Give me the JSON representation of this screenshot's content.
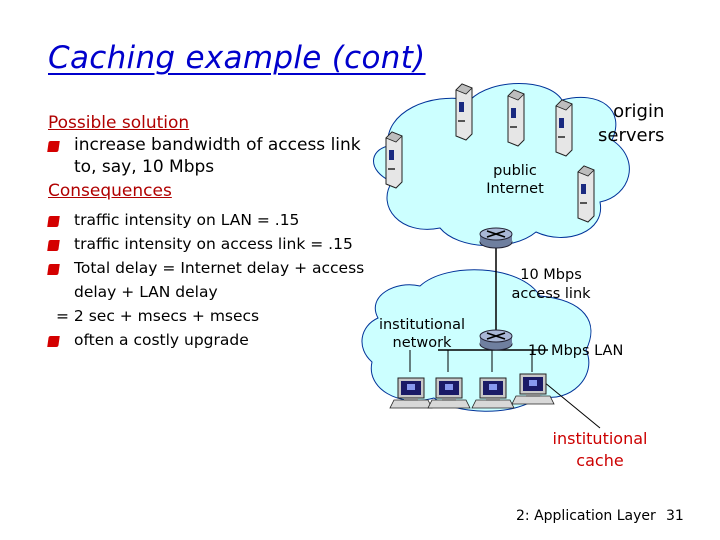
{
  "slide": {
    "title": "Caching example (cont)",
    "possible_solution_heading": "Possible solution",
    "solution_bullets": [
      "increase bandwidth of access link to, say, 10 Mbps"
    ],
    "consequences_heading": "Consequences",
    "consequence_bullets": [
      "traffic intensity on LAN = .15",
      "traffic intensity on access link = .15",
      "Total delay   = Internet delay + access delay + LAN delay"
    ],
    "total_delay_continuation": "= 2 sec + msecs + msecs",
    "last_bullet": "often a costly upgrade"
  },
  "diagram": {
    "origin_servers_label": [
      "origin",
      "servers"
    ],
    "public_internet_label": [
      "public",
      "Internet"
    ],
    "institutional_network_label": [
      "institutional",
      "network"
    ],
    "access_link_label": [
      "10 Mbps",
      "access link"
    ],
    "lan_label": "10 Mbps LAN",
    "institutional_cache_label": [
      "institutional",
      "cache"
    ]
  },
  "footer": {
    "chapter": "2: Application Layer",
    "page": "31"
  },
  "colors": {
    "title": "#0000cc",
    "heading": "#b00000",
    "bullet": "#d40000",
    "cloud_fill": "#ccffff",
    "cloud_stroke": "#003399",
    "cache_label": "#cc0000"
  }
}
